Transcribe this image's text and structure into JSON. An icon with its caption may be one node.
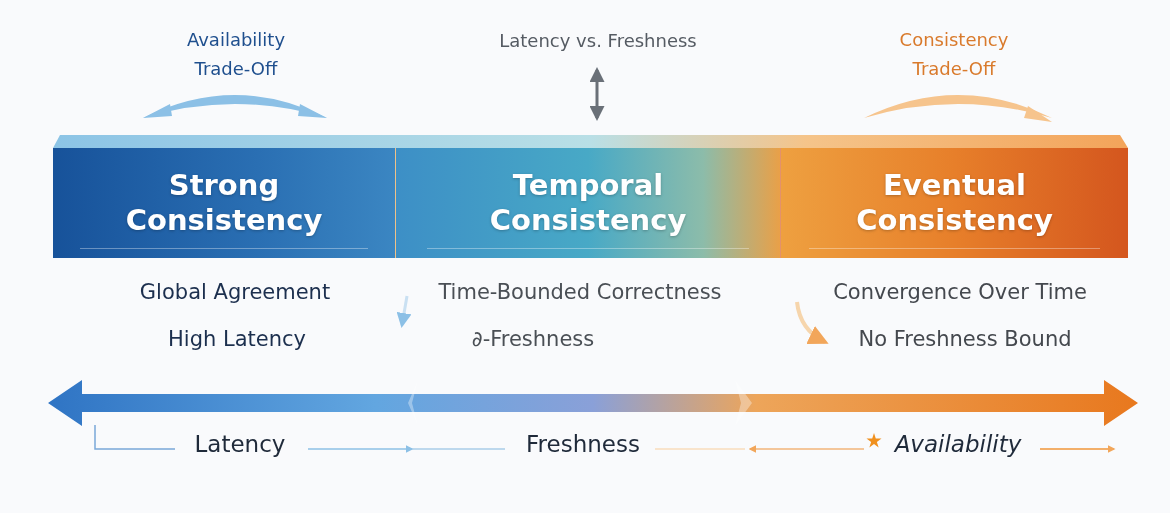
{
  "diagram": {
    "nodes": [
      {
        "text": [
          "Strong Consistency"
        ]
      },
      {
        "text": [
          "Temporal Consistency"
        ]
      },
      {
        "text": [
          "Eventual Consistency"
        ]
      }
    ],
    "labels": [
      "Availability Trade-Off",
      "Latency vs. Freshness",
      "Consistency Trade-Off",
      "Global Agreement",
      "Time-Bounded Correctness",
      "Convergence Over Time",
      "High Latency",
      "∂-Freshness",
      "No Freshness Bound",
      "Latency",
      "Freshness",
      "Availability"
    ]
  }
}
